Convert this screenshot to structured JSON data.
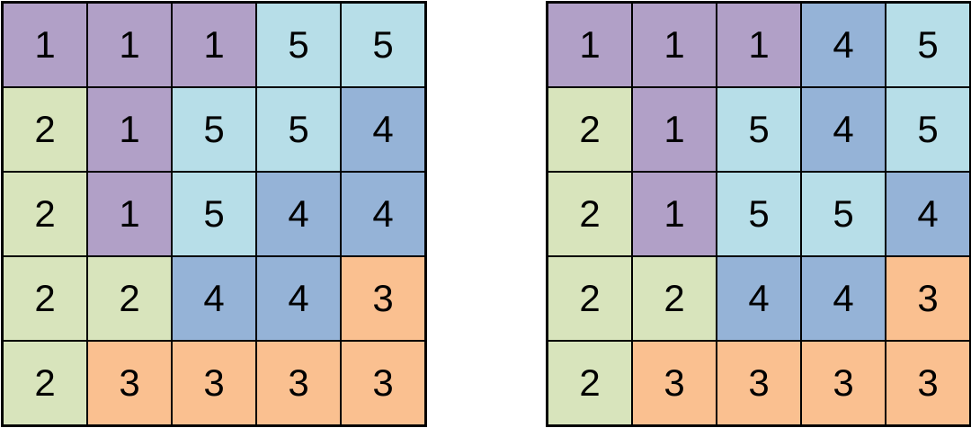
{
  "colors": {
    "1": "#b1a0c7",
    "2": "#d8e4bc",
    "3": "#fac090",
    "4": "#95b3d7",
    "5": "#b7dee8"
  },
  "grids": [
    {
      "name": "left",
      "cells": [
        [
          1,
          1,
          1,
          5,
          5
        ],
        [
          2,
          1,
          5,
          5,
          4
        ],
        [
          2,
          1,
          5,
          4,
          4
        ],
        [
          2,
          2,
          4,
          4,
          3
        ],
        [
          2,
          3,
          3,
          3,
          3
        ]
      ]
    },
    {
      "name": "right",
      "cells": [
        [
          1,
          1,
          1,
          4,
          5
        ],
        [
          2,
          1,
          5,
          4,
          5
        ],
        [
          2,
          1,
          5,
          5,
          4
        ],
        [
          2,
          2,
          4,
          4,
          3
        ],
        [
          2,
          3,
          3,
          3,
          3
        ]
      ]
    }
  ]
}
